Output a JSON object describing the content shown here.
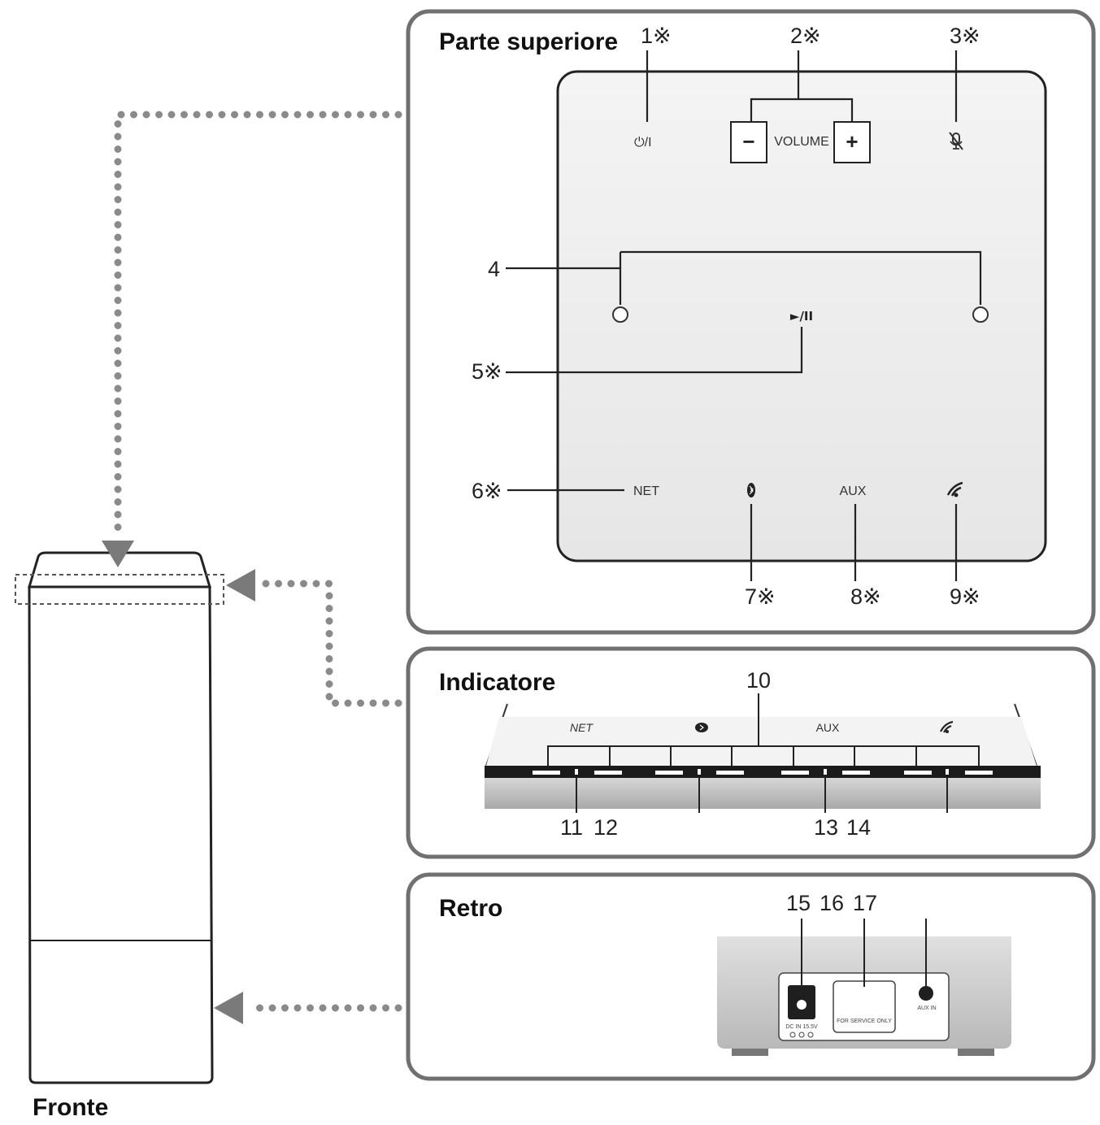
{
  "sections": {
    "top": {
      "title": "Parte superiore"
    },
    "indicator": {
      "title": "Indicatore"
    },
    "rear": {
      "title": "Retro"
    },
    "front": {
      "title": "Fronte"
    }
  },
  "callouts": {
    "c1": "1※",
    "c2": "2※",
    "c3": "3※",
    "c4": "4",
    "c5": "5※",
    "c6": "6※",
    "c7": "7※",
    "c8": "8※",
    "c9": "9※",
    "c10": "10",
    "c11": "11",
    "c12": "12",
    "c13": "13",
    "c14": "14",
    "c15": "15",
    "c16": "16",
    "c17": "17"
  },
  "top_panel": {
    "power": "⏻/I",
    "volume_label": "VOLUME",
    "minus": "−",
    "plus": "+",
    "play_pause": "►/II",
    "net": "NET",
    "aux": "AUX"
  },
  "indicator_panel": {
    "net": "NET",
    "aux": "AUX"
  },
  "rear_panel": {
    "dc_in": "DC IN 15.5V",
    "service": "FOR SERVICE ONLY",
    "aux_in": "AUX IN"
  },
  "icons": [
    "power-icon",
    "mic-mute-icon",
    "bluetooth-icon",
    "wireless-icon",
    "play-pause-icon",
    "arrow-icon"
  ],
  "colors": {
    "line": "#222222",
    "dotted": "#8a8a8a",
    "panel": "#f2f2f2",
    "frame": "#707070"
  }
}
